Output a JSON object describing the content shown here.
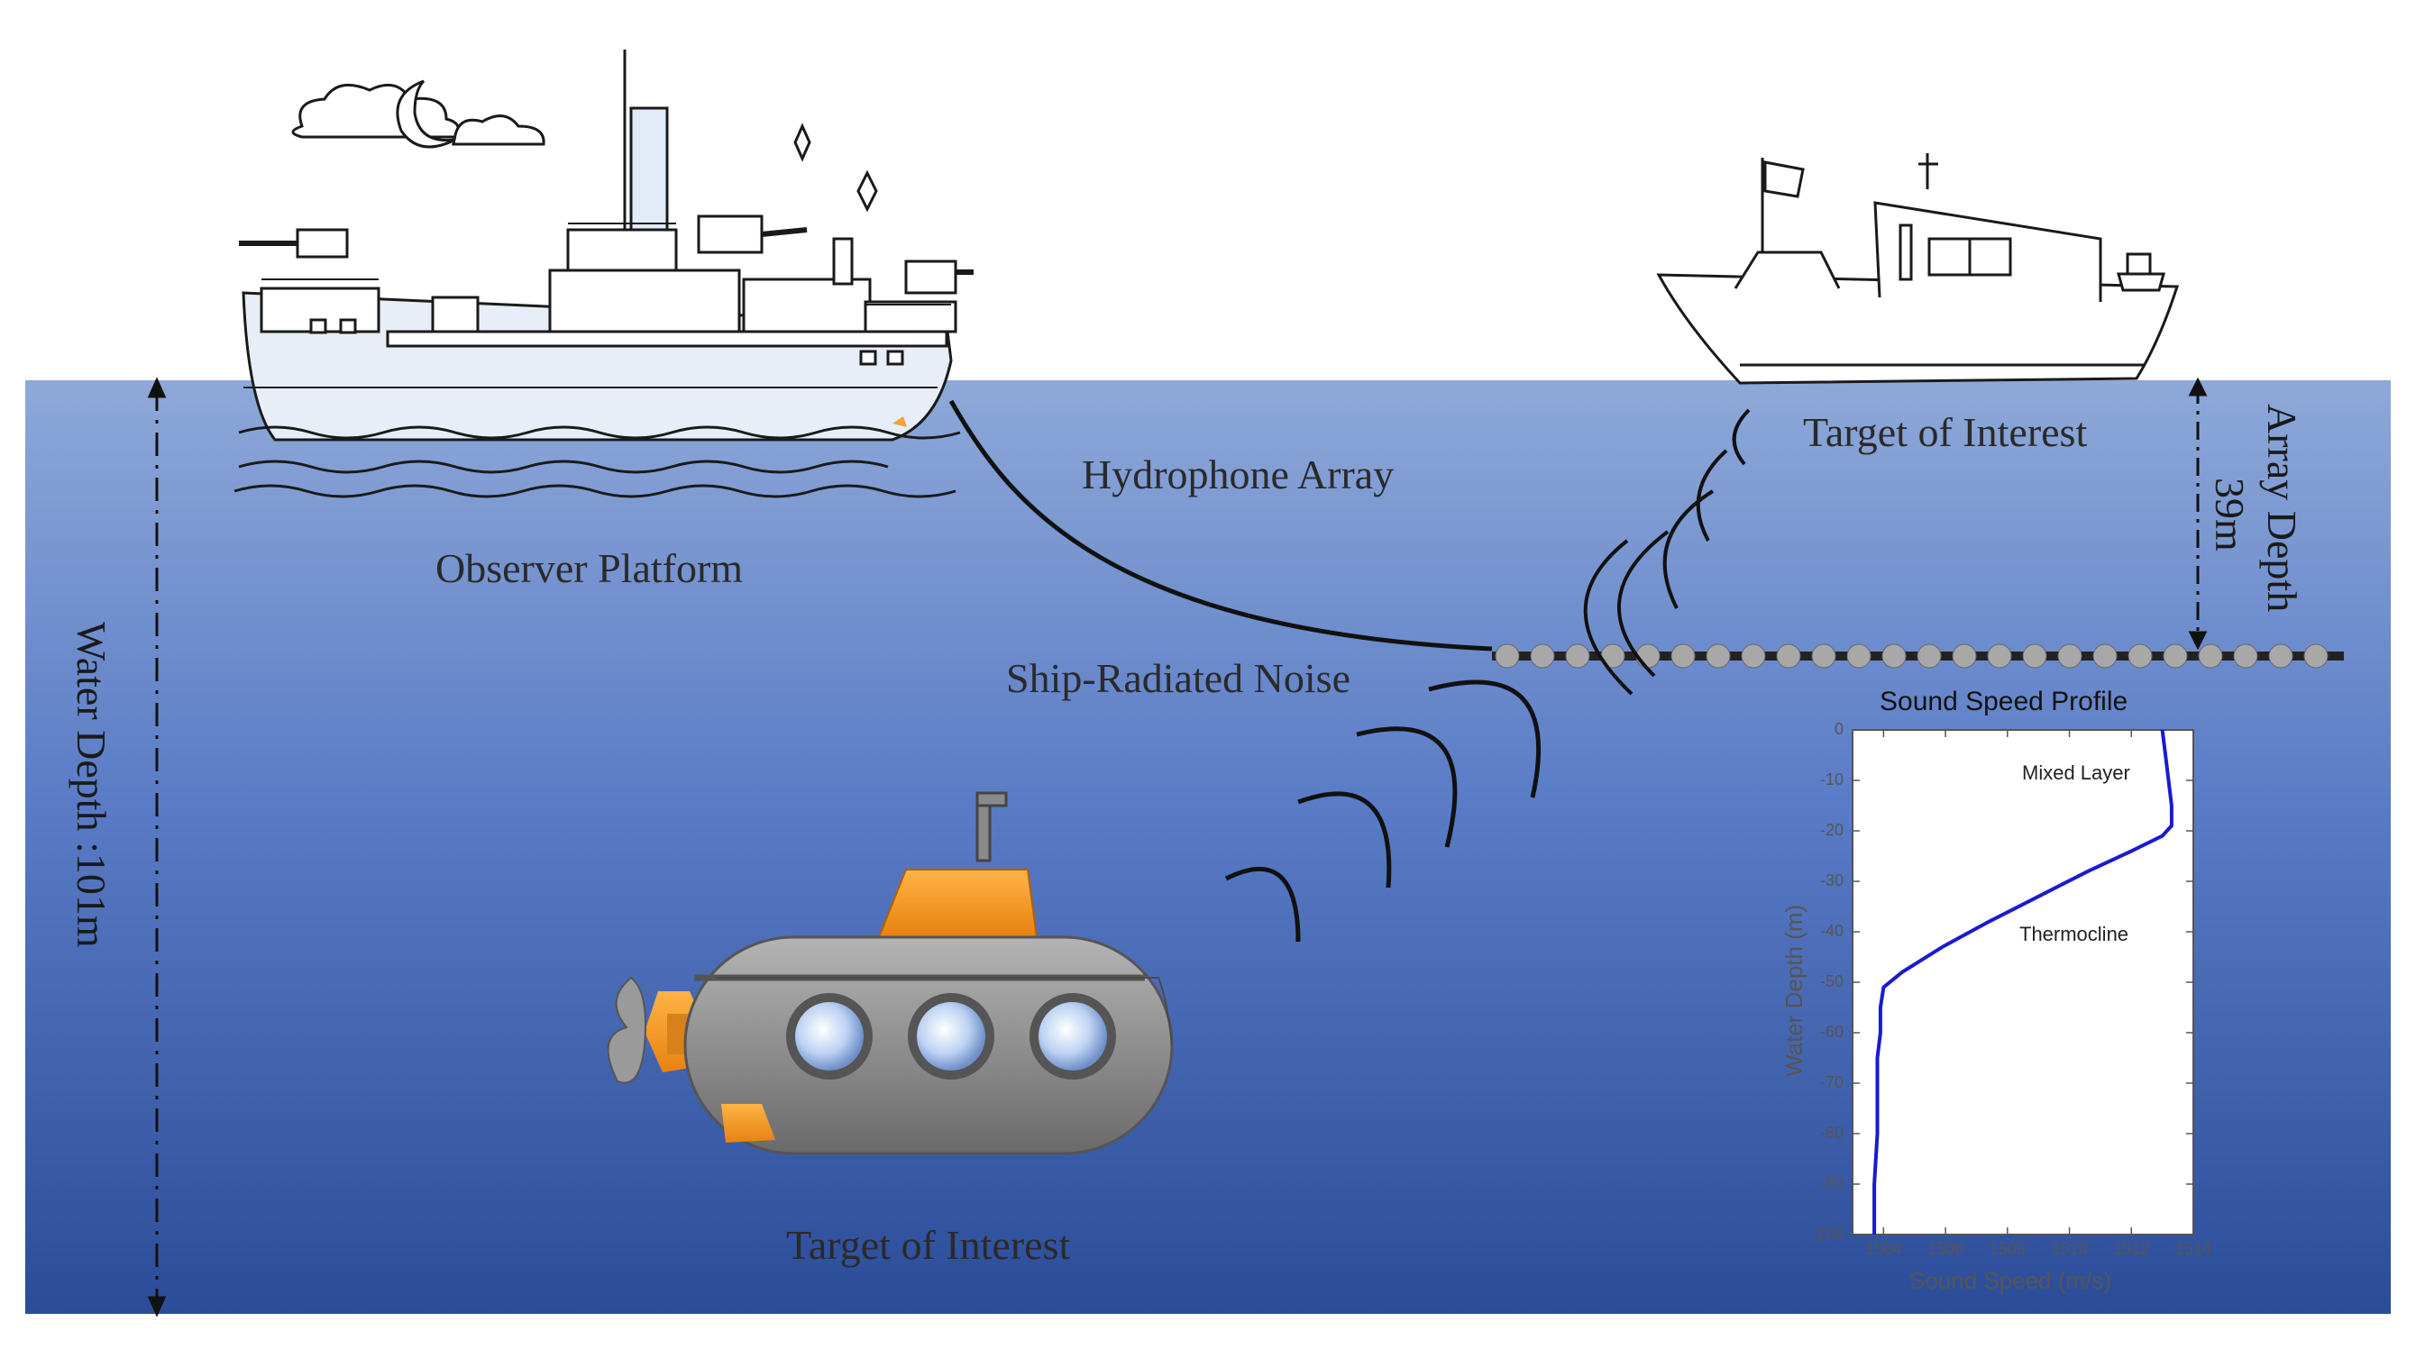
{
  "labels": {
    "observer_platform": "Observer Platform",
    "hydrophone_array": "Hydrophone Array",
    "ship_radiated_noise": "Ship-Radiated Noise",
    "target_surface": "Target of Interest",
    "target_submarine": "Target of Interest",
    "water_depth": "Water Depth :101m",
    "array_depth_line1": "Array Depth",
    "array_depth_line2": "39m"
  },
  "colors": {
    "water_top": "#8ea8d8",
    "water_bottom": "#2a4a96",
    "sub_body": "#8a8a8a",
    "sub_accent": "#f0921a",
    "curve": "#1a1ad0"
  },
  "chart_data": {
    "type": "line",
    "title": "Sound Speed Profile",
    "xlabel": "Sound Speed (m/s)",
    "ylabel": "Water Depth (m)",
    "xlim": [
      1503,
      1514
    ],
    "ylim": [
      -100,
      0
    ],
    "xticks": [
      "1504",
      "1506",
      "1508",
      "1510",
      "1512",
      "1514"
    ],
    "yticks": [
      "0",
      "-10",
      "-20",
      "-30",
      "-40",
      "-50",
      "-60",
      "-70",
      "-80",
      "-90",
      "-100"
    ],
    "annotations": [
      {
        "text": "Mixed Layer",
        "x": 1510.5,
        "y": -8
      },
      {
        "text": "Thermocline",
        "x": 1510.5,
        "y": -40
      }
    ],
    "series": [
      {
        "x": [
          1513.0,
          1513.1,
          1513.2,
          1513.3,
          1513.3,
          1513.0,
          1512.0,
          1510.6,
          1509.0,
          1507.4,
          1505.9,
          1504.6,
          1504.0,
          1503.9,
          1503.9,
          1503.8,
          1503.8,
          1503.8,
          1503.8,
          1503.7,
          1503.7,
          1503.7
        ],
        "y": [
          0,
          -5,
          -10,
          -15,
          -19,
          -21,
          -24,
          -28,
          -33,
          -38,
          -43,
          -48,
          -51,
          -55,
          -60,
          -65,
          -70,
          -75,
          -80,
          -90,
          -95,
          -100
        ]
      }
    ]
  }
}
